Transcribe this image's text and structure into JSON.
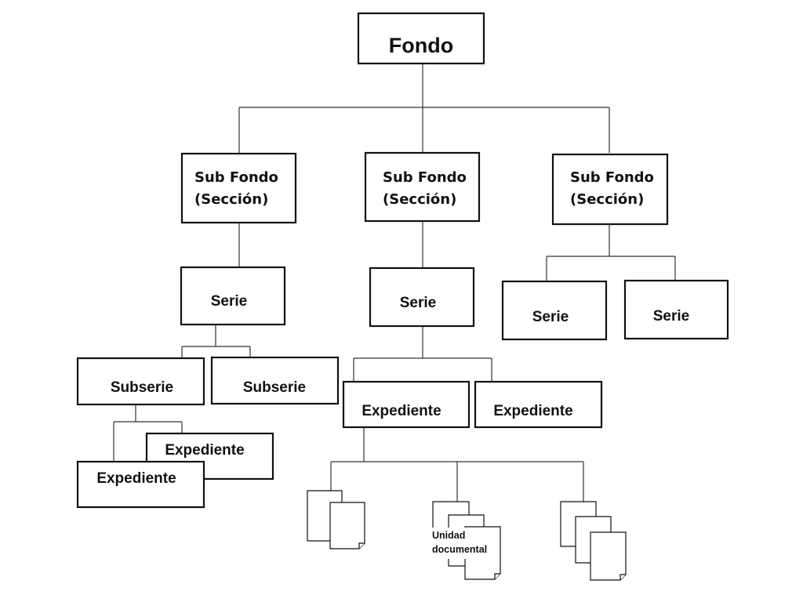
{
  "diagram": {
    "root": "Fondo",
    "sub_fondos": [
      {
        "line1": "Sub Fondo",
        "line2": "(Sección)"
      },
      {
        "line1": "Sub Fondo",
        "line2": "(Sección)"
      },
      {
        "line1": "Sub Fondo",
        "line2": "(Sección)"
      }
    ],
    "series": [
      "Serie",
      "Serie",
      "Serie",
      "Serie"
    ],
    "subseries": [
      "Subserie",
      "Subserie"
    ],
    "expedientes": [
      "Expediente",
      "Expediente",
      "Expediente",
      "Expediente"
    ],
    "unidad_documental": {
      "line1": "Unidad",
      "line2": "documental"
    },
    "colors": {
      "stroke": "#111111",
      "line": "#333333",
      "fill": "#ffffff"
    }
  }
}
